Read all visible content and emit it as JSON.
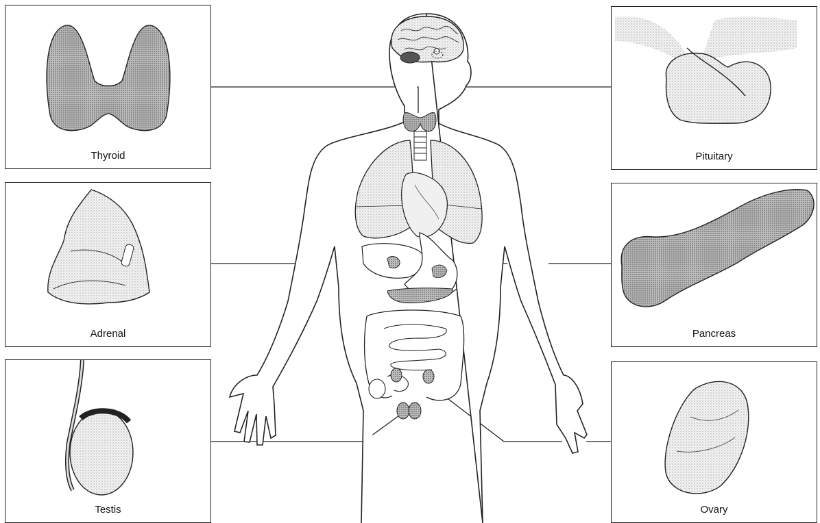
{
  "labels": {
    "thyroid": "Thyroid",
    "adrenal": "Adrenal",
    "testis": "Testis",
    "pituitary": "Pituitary",
    "pancreas": "Pancreas",
    "ovary": "Ovary"
  },
  "colors": {
    "line": "#222222",
    "organ_dark": "#5a5a5a",
    "organ_mid": "#9a9a9a",
    "organ_light": "#cfcfcf",
    "lung_fill": "#ececec"
  }
}
